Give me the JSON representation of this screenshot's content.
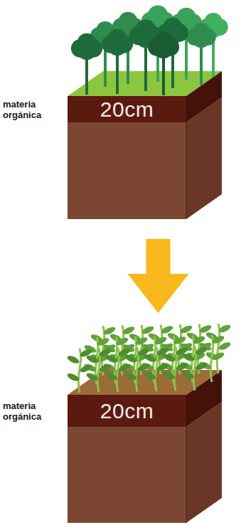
{
  "diagram": {
    "nodes": [
      {
        "text": [
          "materia orgánica",
          "20cm"
        ]
      },
      {
        "text": [
          "materia orgánica",
          "20cm"
        ]
      }
    ],
    "edges": [
      {
        "from": 0,
        "to": 1,
        "arrow": "to"
      }
    ]
  }
}
